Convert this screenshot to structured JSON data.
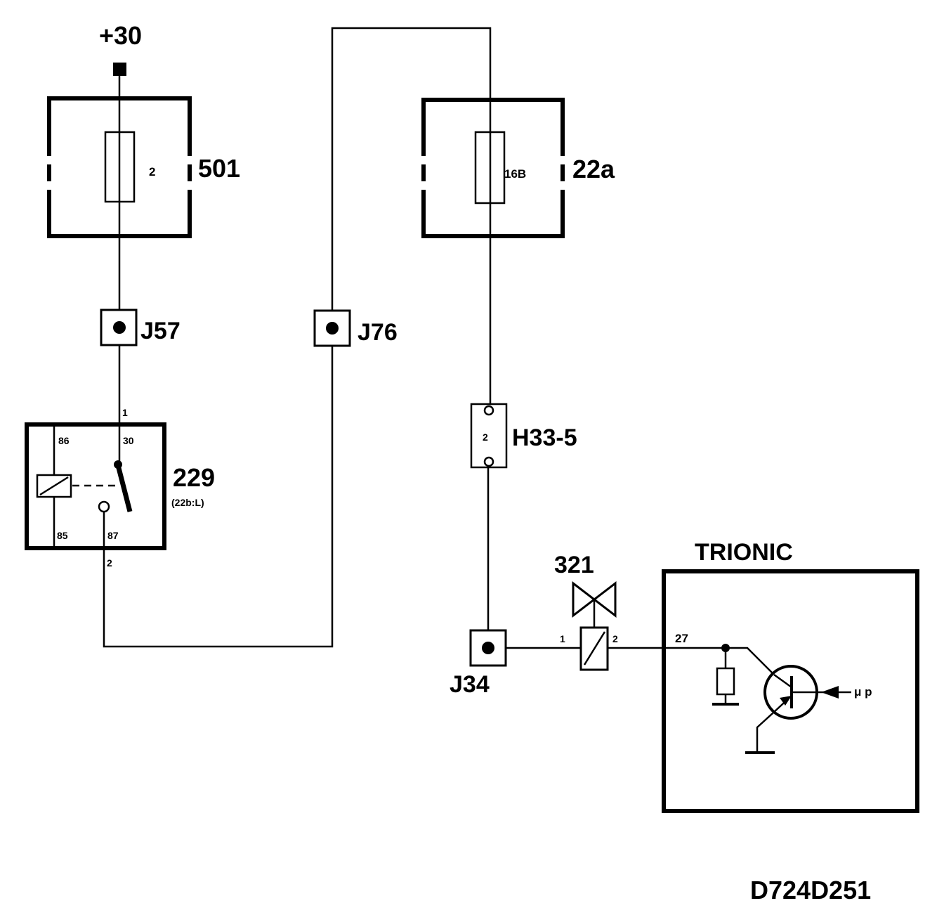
{
  "supply": {
    "label": "+30"
  },
  "fuse_holders": [
    {
      "id": "501",
      "fuse_number": "2"
    },
    {
      "id": "22a",
      "fuse_number": "16B"
    }
  ],
  "junctions": [
    {
      "id": "J57"
    },
    {
      "id": "J76"
    },
    {
      "id": "J34"
    }
  ],
  "relay": {
    "id": "229",
    "location": "(22b:L)",
    "pins": {
      "p86": "86",
      "p30": "30",
      "p85": "85",
      "p87": "87"
    },
    "wire_in": "1",
    "wire_out": "2"
  },
  "connector": {
    "id": "H33-5",
    "pin": "2"
  },
  "valve": {
    "id": "321",
    "pin_left": "1",
    "pin_right": "2"
  },
  "ecu": {
    "title": "TRIONIC",
    "pin": "27",
    "signal": "μ p"
  },
  "drawing_code": "D724D251"
}
